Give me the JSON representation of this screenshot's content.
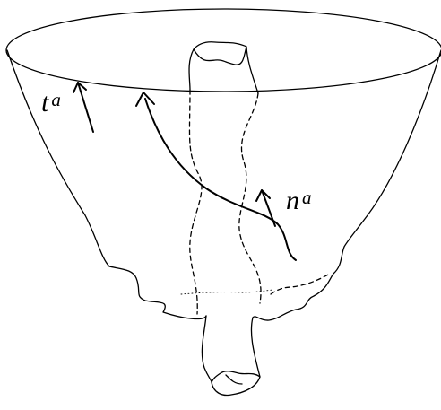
{
  "labels": {
    "t": {
      "symbol": "t",
      "index": "a"
    },
    "n": {
      "symbol": "n",
      "index": "a"
    }
  }
}
